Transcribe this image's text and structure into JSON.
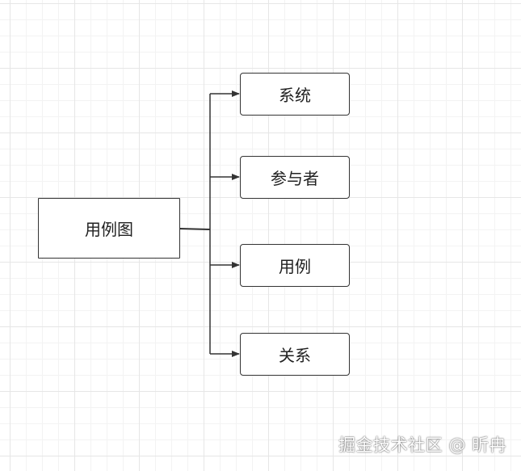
{
  "diagram": {
    "root": {
      "label": "用例图"
    },
    "children": [
      {
        "label": "系统"
      },
      {
        "label": "参与者"
      },
      {
        "label": "用例"
      },
      {
        "label": "关系"
      }
    ],
    "watermark": "掘金技术社区 @ 昕冉"
  },
  "colors": {
    "grid": "#e6e6e6",
    "node_border": "#333333",
    "connector": "#333333",
    "text": "#222222"
  }
}
